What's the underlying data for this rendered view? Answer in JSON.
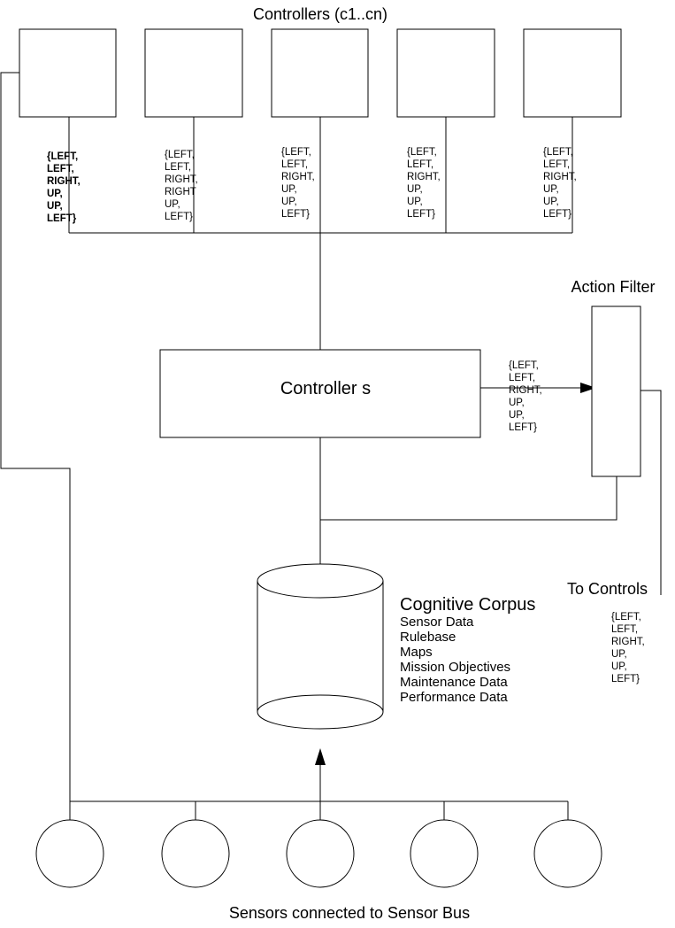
{
  "controllers": {
    "title": "Controllers (c1..cn)",
    "action_lists": [
      [
        "{LEFT,",
        "LEFT,",
        "RIGHT,",
        "UP,",
        "UP,",
        "LEFT}"
      ],
      [
        "{LEFT,",
        "LEFT,",
        "RIGHT,",
        "RIGHT",
        "UP,",
        "LEFT}"
      ],
      [
        "{LEFT,",
        "LEFT,",
        "RIGHT,",
        "UP,",
        "UP,",
        "LEFT}"
      ],
      [
        "{LEFT,",
        "LEFT,",
        "RIGHT,",
        "UP,",
        "UP,",
        "LEFT}"
      ],
      [
        "{LEFT,",
        "LEFT,",
        "RIGHT,",
        "UP,",
        "UP,",
        "LEFT}"
      ]
    ]
  },
  "controller_s": {
    "label": "Controller s"
  },
  "action_filter": {
    "title": "Action Filter",
    "input_actions": [
      "{LEFT,",
      "LEFT,",
      "RIGHT,",
      "UP,",
      "UP,",
      "LEFT}"
    ]
  },
  "to_controls": {
    "title": "To Controls",
    "actions": [
      "{LEFT,",
      "LEFT,",
      "RIGHT,",
      "UP,",
      "UP,",
      "LEFT}"
    ]
  },
  "cognitive_corpus": {
    "title": "Cognitive Corpus",
    "items": [
      "Sensor Data",
      "Rulebase",
      "Maps",
      "Mission Objectives",
      "Maintenance Data",
      "Performance Data"
    ]
  },
  "sensors": {
    "title": "Sensors connected to Sensor Bus",
    "count": 5
  }
}
